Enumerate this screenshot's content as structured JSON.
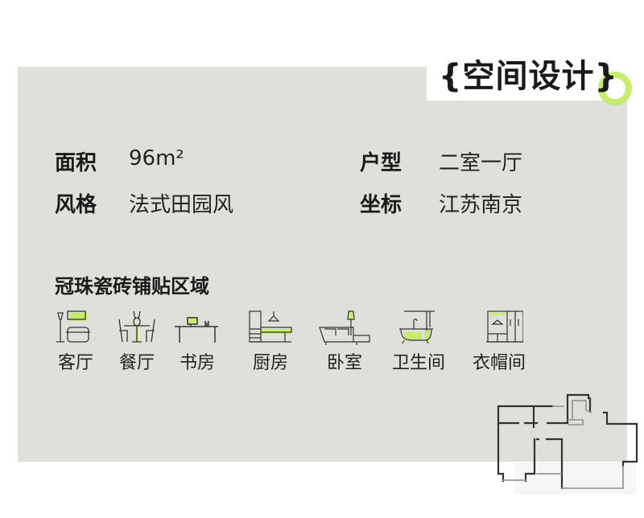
{
  "title": "{空间设计}",
  "info": [
    {
      "label": "面积",
      "value": "96m²"
    },
    {
      "label": "户型",
      "value": "二室一厅"
    },
    {
      "label": "风格",
      "value": "法式田园风"
    },
    {
      "label": "坐标",
      "value": "江苏南京"
    }
  ],
  "section_title": "冠珠瓷砖铺贴区域",
  "rooms": [
    {
      "label": "客厅",
      "icon": "living-room-icon"
    },
    {
      "label": "餐厅",
      "icon": "dining-room-icon"
    },
    {
      "label": "书房",
      "icon": "study-icon"
    },
    {
      "label": "厨房",
      "icon": "kitchen-icon"
    },
    {
      "label": "卧室",
      "icon": "bedroom-icon"
    },
    {
      "label": "卫生间",
      "icon": "bathroom-icon"
    },
    {
      "label": "衣帽间",
      "icon": "cloakroom-icon"
    }
  ],
  "colors": {
    "accent": "#c5ec6e",
    "panel": "#e0e0da"
  }
}
